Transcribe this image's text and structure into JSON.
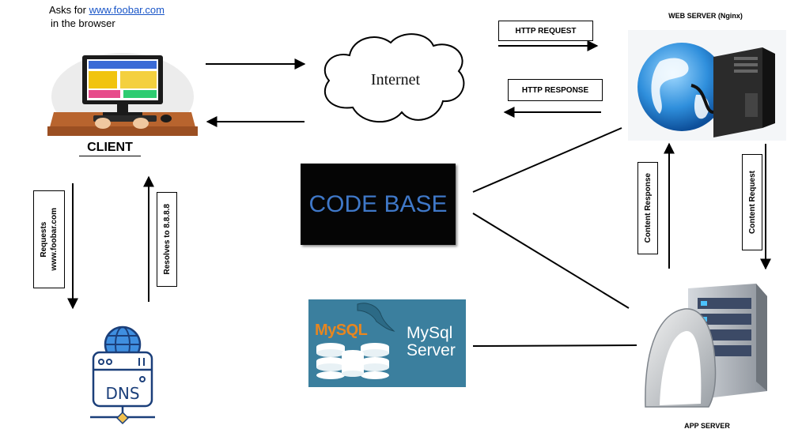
{
  "client": {
    "caption_line1_prefix": "Asks for ",
    "caption_link": "www.foobar.com",
    "caption_line2": "in the browser",
    "label": "CLIENT"
  },
  "internet": {
    "label": "Internet"
  },
  "http": {
    "request_label": "HTTP REQUEST",
    "response_label": "HTTP RESPONSE"
  },
  "web_server": {
    "label": "WEB SERVER (Nginx)"
  },
  "code_base": {
    "label": "CODE BASE"
  },
  "mysql": {
    "logo_text": "MySQL",
    "label_line1": "MySql",
    "label_line2": "Server"
  },
  "app_server": {
    "label": "APP SERVER"
  },
  "dns": {
    "label": "DNS",
    "request_line1": "Requests",
    "request_line2": "www.foobar.com",
    "resolve_label": "Resolves to 8.8.8.8"
  },
  "content": {
    "response_label": "Content Response",
    "request_label": "Content Request"
  },
  "colors": {
    "code_base_text": "#3f78c8",
    "mysql_bg": "#3b7f9e",
    "mysql_logo_orange": "#e8861f"
  }
}
